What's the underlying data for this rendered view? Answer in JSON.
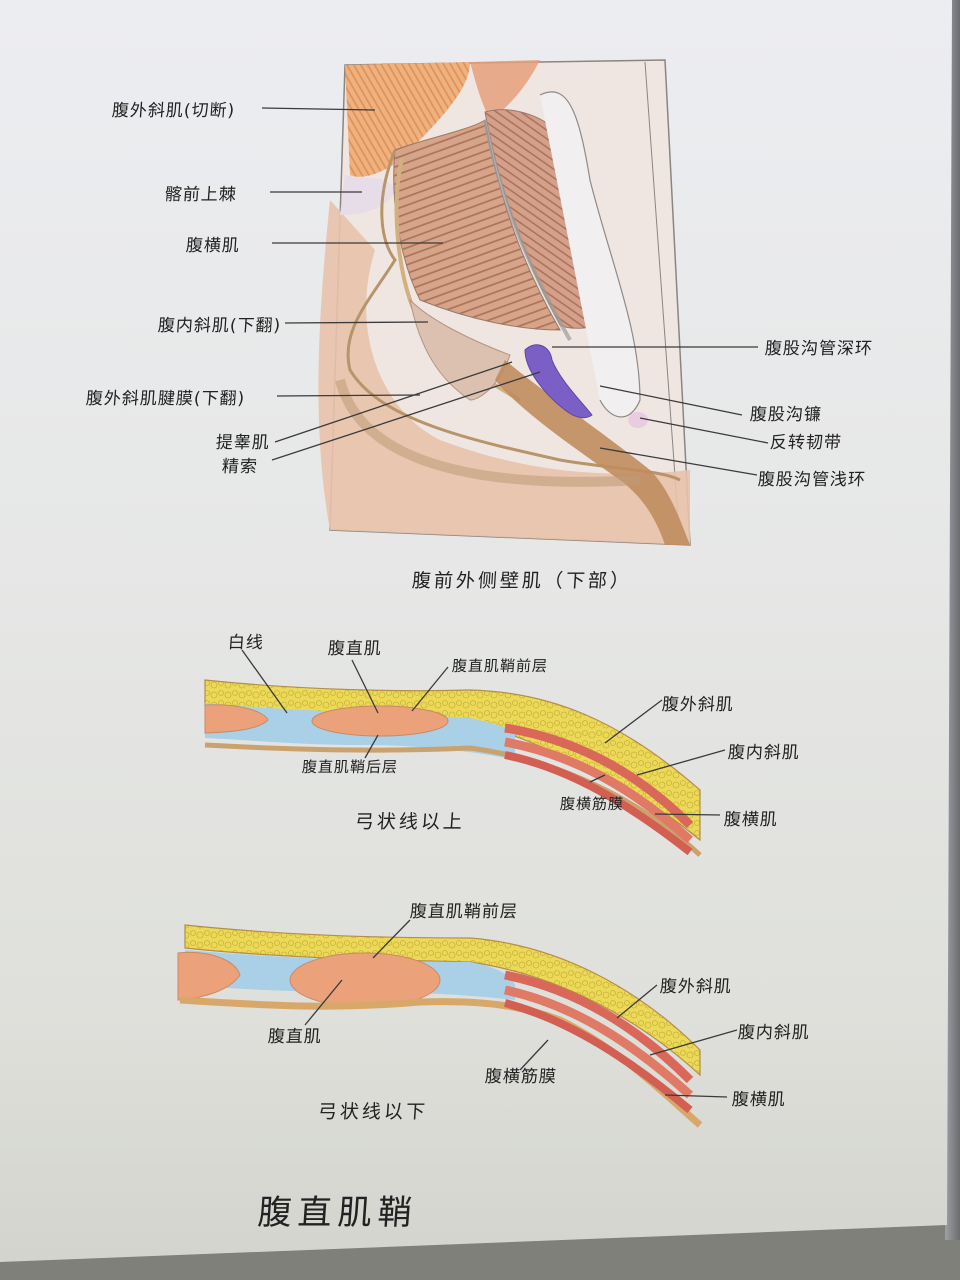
{
  "page": {
    "title": "腹直肌鞘",
    "medium": "hand-drawn colored-pencil anatomy notes on paper"
  },
  "figure_top": {
    "caption": "腹前外侧壁肌（下部）",
    "labels_left": [
      {
        "id": "ext-oblique-cut",
        "text": "腹外斜肌(切断)"
      },
      {
        "id": "asis",
        "text": "髂前上棘"
      },
      {
        "id": "transversus",
        "text": "腹横肌"
      },
      {
        "id": "int-oblique-flipped",
        "text": "腹内斜肌(下翻)"
      },
      {
        "id": "ext-oblique-apon",
        "text": "腹外斜肌腱膜(下翻)"
      },
      {
        "id": "cremaster",
        "text": "提睾肌"
      },
      {
        "id": "spermatic-cord",
        "text": "精索"
      }
    ],
    "labels_right": [
      {
        "id": "deep-ring",
        "text": "腹股沟管深环"
      },
      {
        "id": "falx",
        "text": "腹股沟镰"
      },
      {
        "id": "reflected-lig",
        "text": "反转韧带"
      },
      {
        "id": "superficial-ring",
        "text": "腹股沟管浅环"
      }
    ],
    "colors": {
      "muscle_orange": "#e3a277",
      "muscle_striation": "#b57c62",
      "skin_tan": "#e8c4ad",
      "tendon_brown": "#b48a62",
      "deep_ring_purple": "#7a5cc0",
      "outline": "#7d7770"
    }
  },
  "figure_middle": {
    "caption": "弓状线以上",
    "labels": [
      {
        "id": "linea-alba",
        "text": "白线"
      },
      {
        "id": "rectus",
        "text": "腹直肌"
      },
      {
        "id": "sheath-anterior",
        "text": "腹直肌鞘前层"
      },
      {
        "id": "sheath-posterior",
        "text": "腹直肌鞘后层"
      },
      {
        "id": "ext-oblique",
        "text": "腹外斜肌"
      },
      {
        "id": "int-oblique",
        "text": "腹内斜肌"
      },
      {
        "id": "transversalis-fascia",
        "text": "腹横筋膜"
      },
      {
        "id": "transversus",
        "text": "腹横肌"
      }
    ]
  },
  "figure_bottom": {
    "caption": "弓状线以下",
    "labels": [
      {
        "id": "sheath-anterior",
        "text": "腹直肌鞘前层"
      },
      {
        "id": "rectus",
        "text": "腹直肌"
      },
      {
        "id": "ext-oblique",
        "text": "腹外斜肌"
      },
      {
        "id": "int-oblique",
        "text": "腹内斜肌"
      },
      {
        "id": "transversalis-fascia",
        "text": "腹横筋膜"
      },
      {
        "id": "transversus",
        "text": "腹横肌"
      }
    ]
  },
  "section_colors": {
    "fat_yellow": "#e7d34c",
    "fascia_blue": "#a9d0e6",
    "rectus_orange": "#eba27a",
    "muscle_red": "#d9685a",
    "outline_tan": "#c49b5a"
  }
}
